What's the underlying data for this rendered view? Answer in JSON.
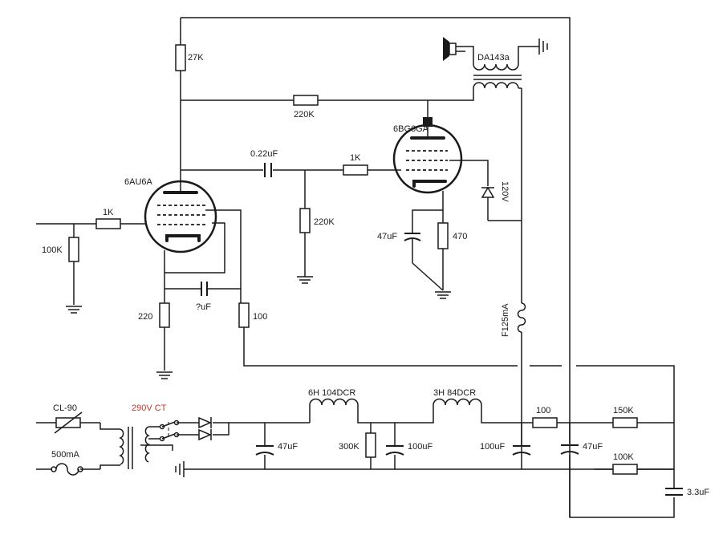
{
  "labels": {
    "r_27k": "27K",
    "r_220k_fb": "220K",
    "tube_6bg6ga": "6BG6GA",
    "cap_coupling": "0.22uF",
    "r_1k_grid2": "1K",
    "tube_6au6a": "6AU6A",
    "r_1k_grid1": "1K",
    "r_100k_in": "100K",
    "r_220k_grid": "220K",
    "cap_47uf_cath": "47uF",
    "r_470": "470",
    "r_220_cath": "220",
    "cap_unknown": "?uF",
    "r_100_fb": "100",
    "transformer_da143a": "DA143a",
    "zener_120v": "120V",
    "fuse_f125ma": "F125mA",
    "thermistor_cl90": "CL-90",
    "fuse_500ma": "500mA",
    "power_290vct": "290V CT",
    "choke_6h": "6H 104DCR",
    "choke_3h": "3H 84DCR",
    "cap_47uf_1": "47uF",
    "r_300k": "300K",
    "cap_100uf_1": "100uF",
    "cap_100uf_2": "100uF",
    "r_100_supply": "100",
    "cap_47uf_2": "47uF",
    "r_150k": "150K",
    "r_100k_supply": "100K",
    "cap_3_3uf": "3.3uF"
  },
  "colors": {
    "wire": "#1a1a1a",
    "highlight": "#c0392b"
  }
}
